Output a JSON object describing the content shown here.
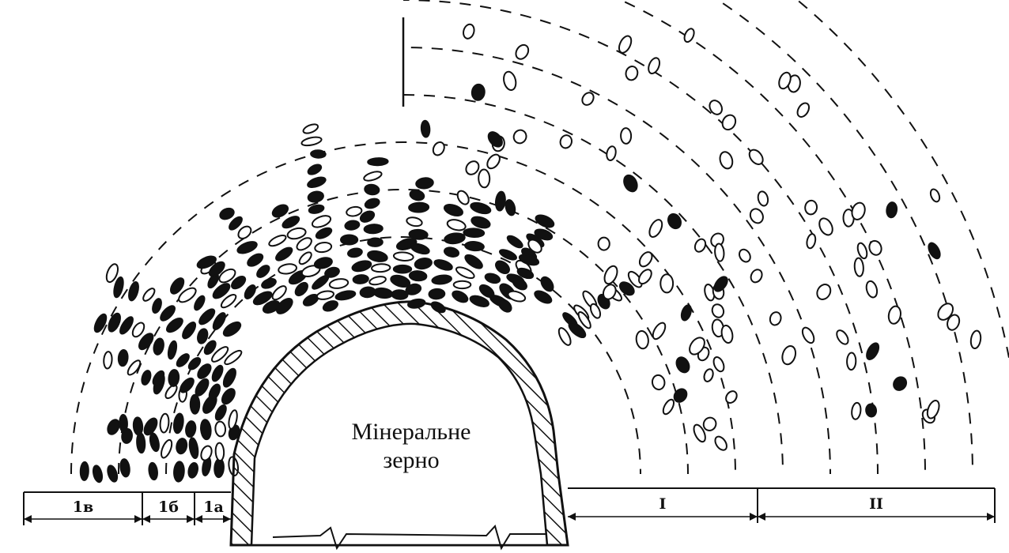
{
  "grain": {
    "label_line1": "Мінеральне",
    "label_line2": "зерно"
  },
  "zones_left": [
    {
      "label": "1в"
    },
    {
      "label": "1б"
    },
    {
      "label": "1а"
    }
  ],
  "zones_right": [
    {
      "label": "I"
    },
    {
      "label": "II"
    }
  ],
  "colors": {
    "ink": "#111111",
    "paper": "#ffffff"
  }
}
